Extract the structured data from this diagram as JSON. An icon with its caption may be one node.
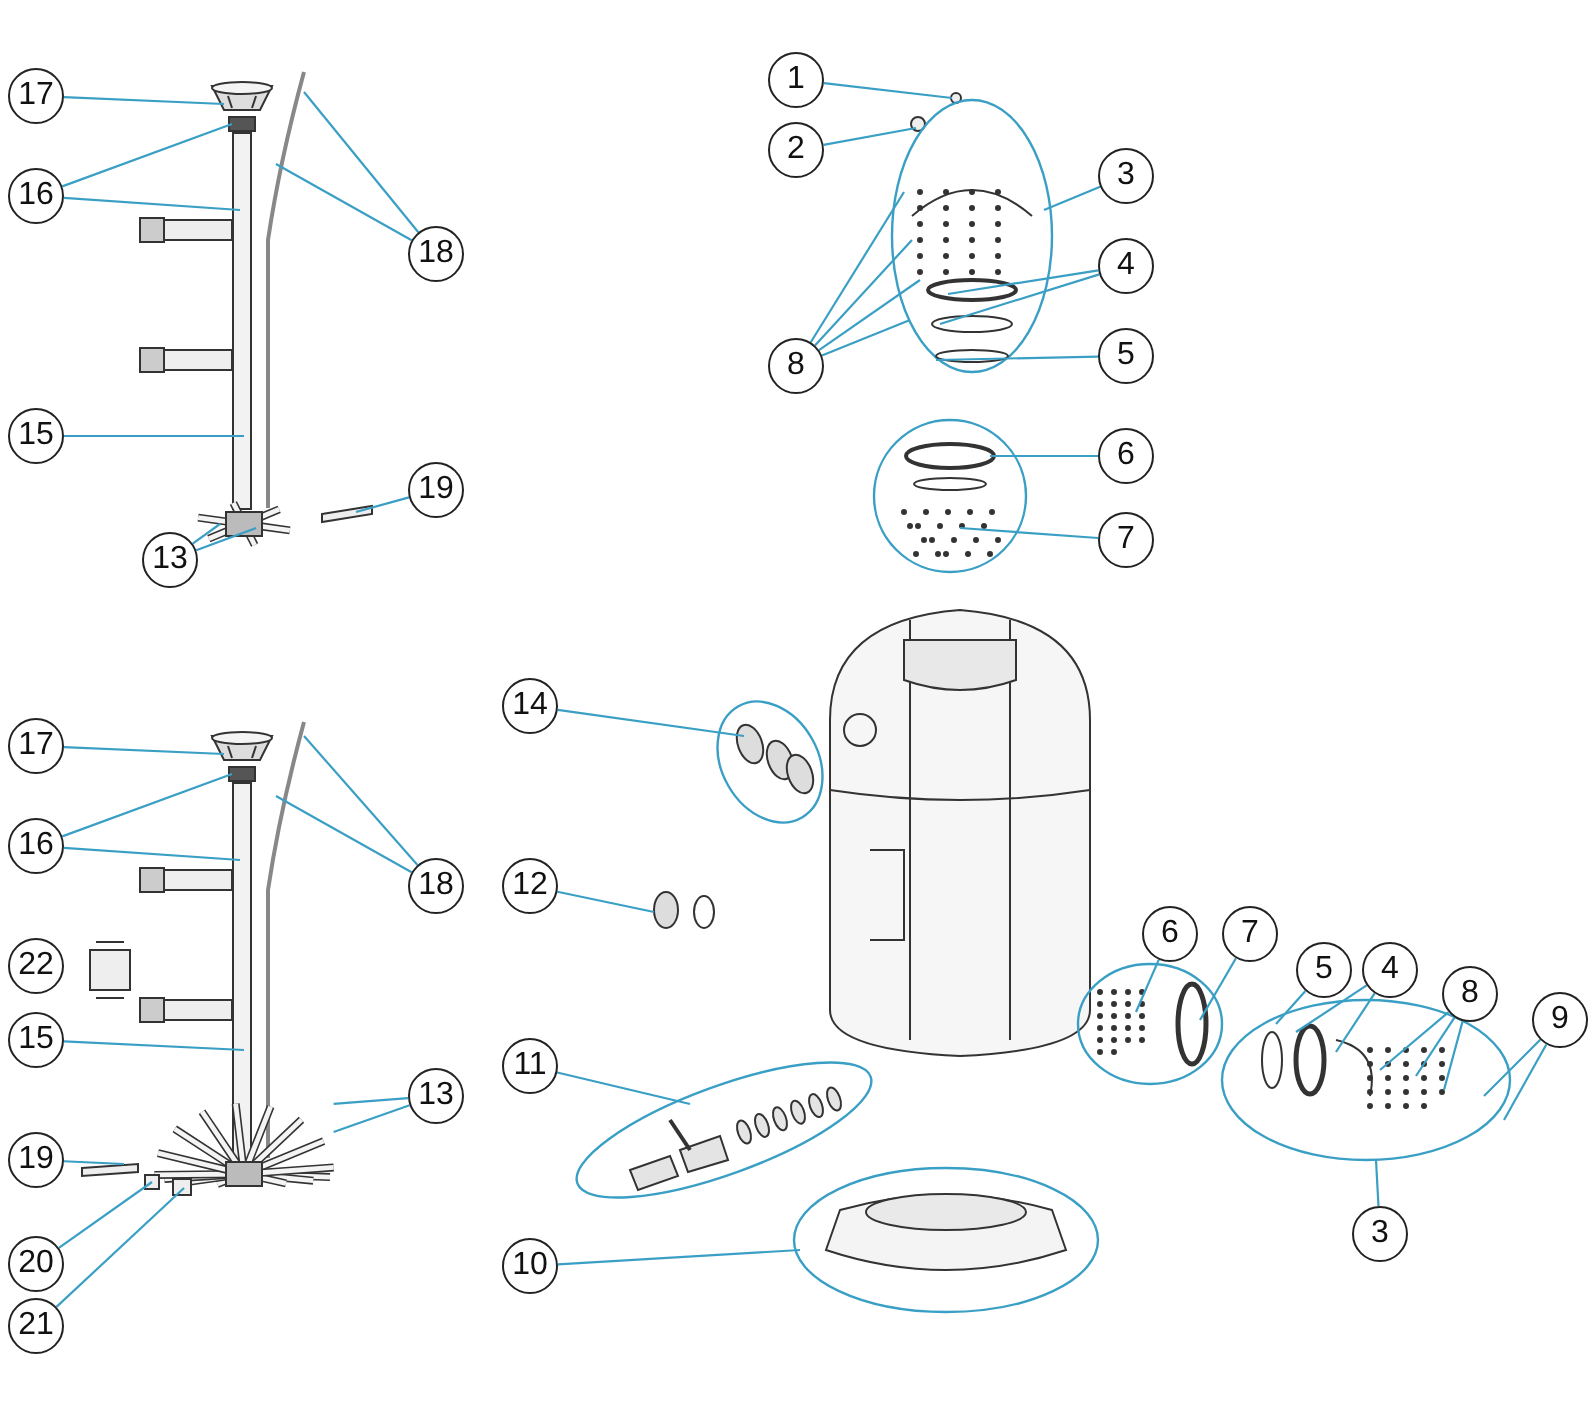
{
  "diagram": {
    "nodes": [
      {
        "text": [
          "17"
        ]
      },
      {
        "text": [
          "16"
        ]
      },
      {
        "text": [
          "18"
        ]
      },
      {
        "text": [
          "15"
        ]
      },
      {
        "text": [
          "19"
        ]
      },
      {
        "text": [
          "13"
        ]
      },
      {
        "text": [
          "1"
        ]
      },
      {
        "text": [
          "2"
        ]
      },
      {
        "text": [
          "3"
        ]
      },
      {
        "text": [
          "4"
        ]
      },
      {
        "text": [
          "8"
        ]
      },
      {
        "text": [
          "5"
        ]
      },
      {
        "text": [
          "6"
        ]
      },
      {
        "text": [
          "7"
        ]
      },
      {
        "text": [
          "14"
        ]
      },
      {
        "text": [
          "12"
        ]
      },
      {
        "text": [
          "11"
        ]
      },
      {
        "text": [
          "10"
        ]
      },
      {
        "text": [
          "17"
        ]
      },
      {
        "text": [
          "16"
        ]
      },
      {
        "text": [
          "18"
        ]
      },
      {
        "text": [
          "22"
        ]
      },
      {
        "text": [
          "15"
        ]
      },
      {
        "text": [
          "19"
        ]
      },
      {
        "text": [
          "13"
        ]
      },
      {
        "text": [
          "20"
        ]
      },
      {
        "text": [
          "21"
        ]
      },
      {
        "text": [
          "6"
        ]
      },
      {
        "text": [
          "7"
        ]
      },
      {
        "text": [
          "5"
        ]
      },
      {
        "text": [
          "4"
        ]
      },
      {
        "text": [
          "8"
        ]
      },
      {
        "text": [
          "9"
        ]
      },
      {
        "text": [
          "3"
        ]
      },
      {
        "text": [],
        "shape": "picture"
      },
      {
        "text": [],
        "shape": "box"
      },
      {
        "text": [],
        "shape": "box"
      },
      {
        "text": [],
        "shape": "picture"
      },
      {
        "text": [],
        "shape": "picture"
      },
      {
        "text": [],
        "shape": "bar"
      },
      {
        "text": [],
        "shape": "circle"
      },
      {
        "text": [],
        "shape": "circle"
      },
      {
        "text": [],
        "shape": "picture"
      },
      {
        "text": [],
        "shape": "picture"
      },
      {
        "text": [],
        "shape": "picture"
      },
      {
        "text": [],
        "shape": "picture"
      },
      {
        "text": [],
        "shape": "picture"
      },
      {
        "text": [],
        "shape": "picture"
      },
      {
        "text": [],
        "shape": "picture"
      },
      {
        "text": [],
        "shape": "box"
      },
      {
        "text": [],
        "shape": "box"
      },
      {
        "text": [],
        "shape": "picture"
      },
      {
        "text": [],
        "shape": "picture"
      },
      {
        "text": [],
        "shape": "bar"
      },
      {
        "text": [],
        "shape": "box"
      },
      {
        "text": [],
        "shape": "box"
      },
      {
        "text": [],
        "shape": "picture"
      },
      {
        "text": [],
        "shape": "picture"
      }
    ],
    "edges": [
      {
        "from": 0,
        "to": 34,
        "arrow": "none"
      },
      {
        "from": 1,
        "to": 35,
        "arrow": "none"
      },
      {
        "from": 1,
        "to": 36,
        "arrow": "none"
      },
      {
        "from": 2,
        "to": 37,
        "arrow": "none"
      },
      {
        "from": 2,
        "to": 37,
        "arrow": "none"
      },
      {
        "from": 3,
        "to": 36,
        "arrow": "none"
      },
      {
        "from": 4,
        "to": 39,
        "arrow": "none"
      },
      {
        "from": 5,
        "to": 38,
        "arrow": "none"
      },
      {
        "from": 5,
        "to": 38,
        "arrow": "none"
      },
      {
        "from": 6,
        "to": 40,
        "arrow": "none"
      },
      {
        "from": 7,
        "to": 41,
        "arrow": "none"
      },
      {
        "from": 8,
        "to": 42,
        "arrow": "none"
      },
      {
        "from": 9,
        "to": 42,
        "arrow": "none"
      },
      {
        "from": 9,
        "to": 42,
        "arrow": "none"
      },
      {
        "from": 10,
        "to": 42,
        "arrow": "none"
      },
      {
        "from": 10,
        "to": 42,
        "arrow": "none"
      },
      {
        "from": 10,
        "to": 42,
        "arrow": "none"
      },
      {
        "from": 10,
        "to": 42,
        "arrow": "none"
      },
      {
        "from": 11,
        "to": 42,
        "arrow": "none"
      },
      {
        "from": 12,
        "to": 43,
        "arrow": "none"
      },
      {
        "from": 13,
        "to": 43,
        "arrow": "none"
      },
      {
        "from": 14,
        "to": 44,
        "arrow": "none"
      },
      {
        "from": 15,
        "to": 45,
        "arrow": "none"
      },
      {
        "from": 16,
        "to": 46,
        "arrow": "none"
      },
      {
        "from": 17,
        "to": 47,
        "arrow": "none"
      },
      {
        "from": 18,
        "to": 48,
        "arrow": "none"
      },
      {
        "from": 19,
        "to": 49,
        "arrow": "none"
      },
      {
        "from": 19,
        "to": 50,
        "arrow": "none"
      },
      {
        "from": 20,
        "to": 51,
        "arrow": "none"
      },
      {
        "from": 20,
        "to": 51,
        "arrow": "none"
      },
      {
        "from": 22,
        "to": 50,
        "arrow": "none"
      },
      {
        "from": 24,
        "to": 52,
        "arrow": "none"
      },
      {
        "from": 24,
        "to": 52,
        "arrow": "none"
      },
      {
        "from": 23,
        "to": 53,
        "arrow": "none"
      },
      {
        "from": 25,
        "to": 54,
        "arrow": "none"
      },
      {
        "from": 26,
        "to": 55,
        "arrow": "none"
      },
      {
        "from": 27,
        "to": 56,
        "arrow": "none"
      },
      {
        "from": 28,
        "to": 56,
        "arrow": "none"
      },
      {
        "from": 29,
        "to": 57,
        "arrow": "none"
      },
      {
        "from": 30,
        "to": 57,
        "arrow": "none"
      },
      {
        "from": 30,
        "to": 57,
        "arrow": "none"
      },
      {
        "from": 31,
        "to": 57,
        "arrow": "none"
      },
      {
        "from": 31,
        "to": 57,
        "arrow": "none"
      },
      {
        "from": 31,
        "to": 57,
        "arrow": "none"
      },
      {
        "from": 32,
        "to": 57,
        "arrow": "none"
      },
      {
        "from": 32,
        "to": 57,
        "arrow": "none"
      },
      {
        "from": 33,
        "to": 57,
        "arrow": "none"
      }
    ]
  }
}
